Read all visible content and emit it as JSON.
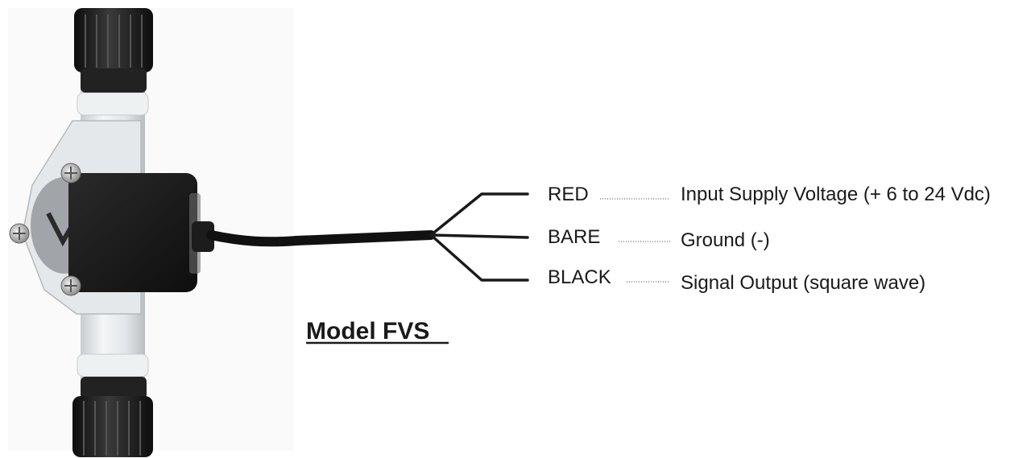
{
  "model": {
    "title": "Model FVS"
  },
  "wires": [
    {
      "color_name": "RED",
      "description": "Input Supply Voltage (+ 6 to 24 Vdc)"
    },
    {
      "color_name": "BARE",
      "description": "Ground (-)"
    },
    {
      "color_name": "BLACK",
      "description": "Signal Output (square wave)"
    }
  ],
  "colors": {
    "text": "#1a1a1a",
    "cable": "#1a1a1a",
    "sensor_housing": "#e8ecef",
    "sensor_cap": "#1f1f1f",
    "cap_gasket": "#d9d2c0"
  }
}
